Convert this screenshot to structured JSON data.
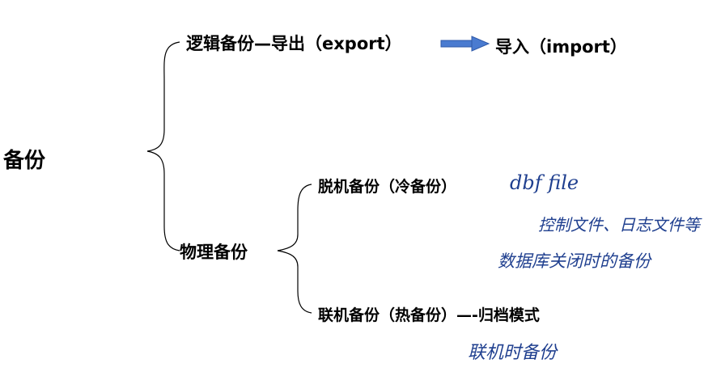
{
  "root": {
    "label": "备份"
  },
  "logical": {
    "label": "逻辑备份—导出（export）",
    "target": "导入（import）"
  },
  "physical": {
    "label": "物理备份",
    "cold": {
      "label": "脱机备份（冷备份）"
    },
    "hot": {
      "label": "联机备份（热备份）—-归档模式"
    }
  },
  "handwriting": {
    "dbf_file": "dbf    file",
    "note_line1": "控制文件、日志文件等",
    "note_line2": "数据库关闭时的备份",
    "note_hot": "联机时备份"
  },
  "colors": {
    "arrow": "#4a7bd0",
    "handwriting": "#1f3f8f"
  }
}
